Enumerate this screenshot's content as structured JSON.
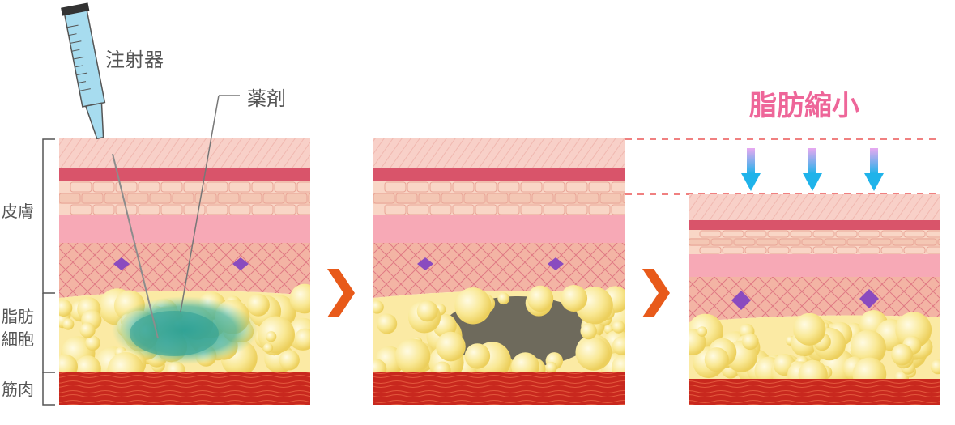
{
  "labels": {
    "syringe": "注射器",
    "medicine": "薬剤",
    "skin": "皮膚",
    "fat_cells": [
      "脂肪",
      "細胞"
    ],
    "muscle": "筋肉",
    "result": "脂肪縮小"
  },
  "colors": {
    "label_text": "#555555",
    "result_text": "#ee6699",
    "arrow_orange": "#e85a1a",
    "epidermis": "#f8d0c8",
    "dermis": "#f5b8a8",
    "cell_row": "#f7a9b6",
    "fat": "#f8e08a",
    "muscle": "#c8281e",
    "injection": "#2aa59a",
    "down_arrow": "#29b6e8"
  },
  "icons": [
    "syringe-icon",
    "chevron-right-icon",
    "down-arrow-icon"
  ]
}
